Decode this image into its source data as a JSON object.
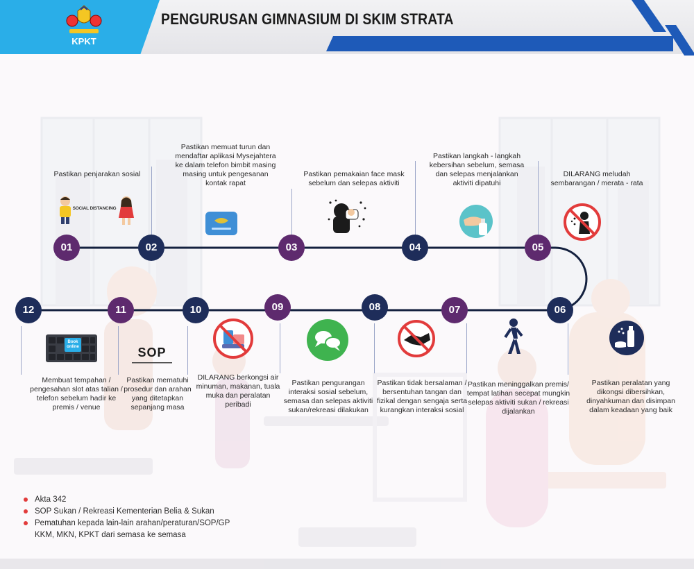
{
  "header": {
    "logo_text": "KPKT",
    "title": "PENGURUSAN GIMNASIUM DI SKIM STRATA"
  },
  "steps": [
    {
      "num": "01",
      "text": "Pastikan penjarakan sosial",
      "icon": "social-distancing-icon",
      "icon_label": "SOCIAL DISTANCING"
    },
    {
      "num": "02",
      "text": "Pastikan memuat turun dan mendaftar aplikasi Mysejahtera ke dalam telefon bimbit masing masing untuk pengesanan kontak rapat",
      "icon": "mysejahtera-app-icon"
    },
    {
      "num": "03",
      "text": "Pastikan pemakaian face mask sebelum dan selepas aktiviti",
      "icon": "face-mask-icon"
    },
    {
      "num": "04",
      "text": "Pastikan langkah - langkah kebersihan sebelum, semasa dan selepas menjalankan aktiviti dipatuhi",
      "icon": "hand-sanitizer-icon"
    },
    {
      "num": "05",
      "text": "DILARANG meludah sembarangan / merata - rata",
      "icon": "no-spitting-icon"
    },
    {
      "num": "06",
      "text": "Pastikan peralatan yang dikongsi dibersihkan, dinyahkuman dan disimpan dalam keadaan yang baik",
      "icon": "disinfect-spray-icon"
    },
    {
      "num": "07",
      "text": "Pastikan meninggalkan premis/ tempat latihan secepat mungkin selepas aktiviti sukan / rekreasi dijalankan",
      "icon": "walking-person-icon"
    },
    {
      "num": "08",
      "text": "Pastikan tidak bersalaman / bersentuhan tangan dan fizikal dengan sengaja serta kurangkan interaksi sosial",
      "icon": "no-handshake-icon"
    },
    {
      "num": "09",
      "text": "Pastikan pengurangan interaksi sosial sebelum, semasa dan selepas aktiviti sukan/rekreasi dilakukan",
      "icon": "chat-bubbles-icon"
    },
    {
      "num": "10",
      "text": "DILARANG berkongsi air minuman, makanan, tuala muka dan peralatan peribadi",
      "icon": "no-sharing-icon"
    },
    {
      "num": "11",
      "text": "Pastikan mematuhi prosedur dan arahan yang ditetapkan sepanjang masa",
      "icon": "sop-icon",
      "icon_label": "SOP"
    },
    {
      "num": "12",
      "text": "Membuat tempahan / pengesahan slot atas talian / telefon sebelum hadir ke premis / venue",
      "icon": "online-booking-keyboard-icon",
      "icon_label": "Book online"
    }
  ],
  "references": [
    "Akta 342",
    "SOP Sukan / Rekreasi Kementerian Belia & Sukan",
    "Pematuhan kepada lain-lain arahan/peraturan/SOP/GP KKM, MKN, KPKT dari semasa ke semasa"
  ],
  "colors": {
    "purple_node": "#5e2a6e",
    "navy_node": "#1e2d5a",
    "header_blue": "#1e5ab8",
    "logo_blue": "#2aaee8",
    "bullet_red": "#e23b3b"
  }
}
